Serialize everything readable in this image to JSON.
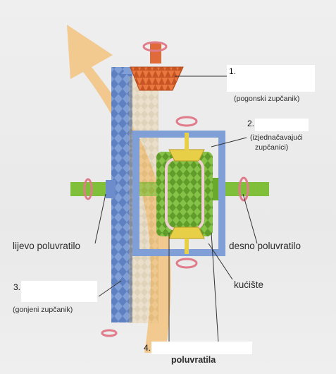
{
  "labels": {
    "n1": "1.",
    "n1_sub": "(pogonski zupčanik)",
    "n2": "2.",
    "n2_sub_line1": "(izjednačavajući",
    "n2_sub_line2": "zupčanici)",
    "n3": "3.",
    "n3_sub": "(gonjeni zupčanik)",
    "n4": "4.",
    "n4_sub": "poluvratila",
    "left_shaft": "lijevo poluvratilo",
    "right_shaft": "desno poluvratilo",
    "housing": "kućište"
  },
  "colors": {
    "pinion": "#e06a3a",
    "ring_gear": "#7f9fd6",
    "axle": "#7fbf3a",
    "satellite": "#e8cf48",
    "flow_arrow": "#f2c27e",
    "rotation_arrow": "#e07b8a"
  }
}
